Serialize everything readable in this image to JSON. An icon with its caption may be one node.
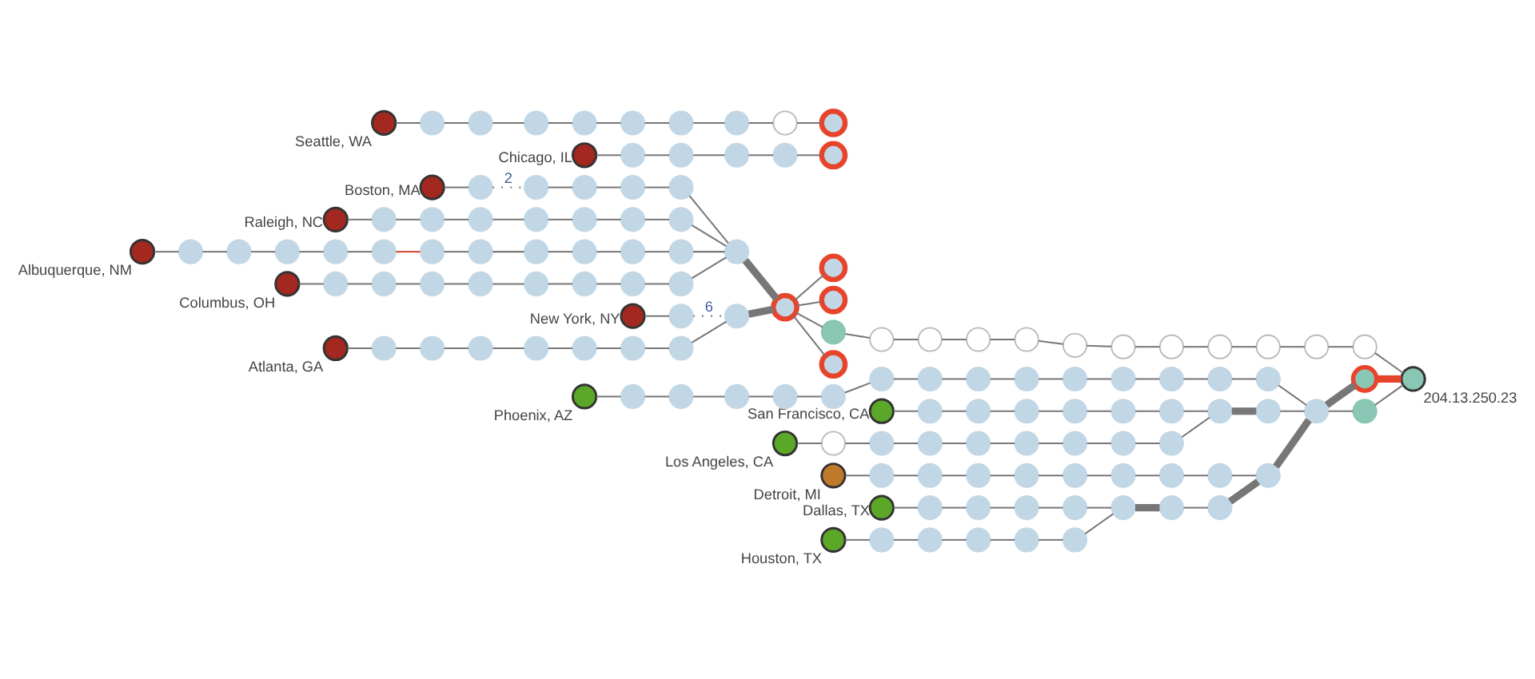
{
  "diagram": {
    "nodes": [
      {
        "text": [],
        "shape": "circle",
        "beside": [
          "Dallas, TX"
        ]
      },
      {
        "text": [],
        "shape": "circle"
      },
      {
        "text": [],
        "shape": "circle"
      },
      {
        "text": [],
        "shape": "circle"
      },
      {
        "text": [],
        "shape": "circle"
      },
      {
        "text": [],
        "shape": "circle",
        "beside": [
          "Houston, TX"
        ]
      },
      {
        "text": [],
        "shape": "circle"
      },
      {
        "text": [],
        "shape": "circle"
      },
      {
        "text": [],
        "shape": "circle"
      },
      {
        "text": [],
        "shape": "circle"
      },
      {
        "text": [],
        "shape": "circle"
      },
      {
        "text": [],
        "shape": "circle"
      },
      {
        "text": [],
        "shape": "circle"
      },
      {
        "text": [],
        "shape": "circle",
        "beside": [
          "Detroit, MI"
        ]
      },
      {
        "text": [],
        "shape": "circle"
      },
      {
        "text": [],
        "shape": "circle"
      },
      {
        "text": [],
        "shape": "circle"
      },
      {
        "text": [],
        "shape": "circle"
      },
      {
        "text": [],
        "shape": "circle"
      },
      {
        "text": [],
        "shape": "circle"
      },
      {
        "text": [],
        "shape": "circle"
      },
      {
        "text": [],
        "shape": "circle"
      },
      {
        "text": [],
        "shape": "circle"
      },
      {
        "text": [],
        "shape": "circle"
      },
      {
        "text": [],
        "shape": "circle"
      },
      {
        "text": [],
        "shape": "circle",
        "beside": [
          "204.13.250.23"
        ]
      },
      {
        "text": [],
        "shape": "circle"
      },
      {
        "text": [],
        "shape": "circle",
        "beside": [
          "Los Angeles, CA"
        ]
      },
      {
        "text": [],
        "shape": "circle"
      },
      {
        "text": [],
        "shape": "circle"
      },
      {
        "text": [],
        "shape": "circle"
      },
      {
        "text": [],
        "shape": "circle"
      },
      {
        "text": [],
        "shape": "circle"
      },
      {
        "text": [],
        "shape": "circle"
      },
      {
        "text": [],
        "shape": "circle"
      },
      {
        "text": [],
        "shape": "circle"
      },
      {
        "text": [],
        "shape": "circle"
      },
      {
        "text": [],
        "shape": "circle"
      },
      {
        "text": [],
        "shape": "circle"
      },
      {
        "text": [],
        "shape": "circle"
      },
      {
        "text": [],
        "shape": "circle",
        "beside": [
          "San Francisco, CA"
        ]
      },
      {
        "text": [],
        "shape": "circle"
      },
      {
        "text": [],
        "shape": "circle"
      },
      {
        "text": [],
        "shape": "circle"
      },
      {
        "text": [],
        "shape": "circle"
      },
      {
        "text": [],
        "shape": "circle"
      },
      {
        "text": [],
        "shape": "circle"
      },
      {
        "text": [],
        "shape": "circle"
      },
      {
        "text": [],
        "shape": "circle"
      },
      {
        "text": [],
        "shape": "circle",
        "beside": [
          "Phoenix, AZ"
        ]
      },
      {
        "text": [],
        "shape": "circle"
      },
      {
        "text": [],
        "shape": "circle"
      },
      {
        "text": [],
        "shape": "circle"
      },
      {
        "text": [],
        "shape": "circle"
      },
      {
        "text": [],
        "shape": "circle"
      },
      {
        "text": [],
        "shape": "circle"
      },
      {
        "text": [],
        "shape": "circle"
      },
      {
        "text": [],
        "shape": "circle"
      },
      {
        "text": [],
        "shape": "circle"
      },
      {
        "text": [],
        "shape": "circle"
      },
      {
        "text": [],
        "shape": "circle"
      },
      {
        "text": [],
        "shape": "circle"
      },
      {
        "text": [],
        "shape": "circle"
      },
      {
        "text": [],
        "shape": "circle"
      },
      {
        "text": [],
        "shape": "circle"
      },
      {
        "text": [],
        "shape": "circle"
      },
      {
        "text": [],
        "shape": "circle"
      },
      {
        "text": [],
        "shape": "circle"
      },
      {
        "text": [],
        "shape": "circle"
      },
      {
        "text": [],
        "shape": "circle"
      },
      {
        "text": [],
        "shape": "circle"
      },
      {
        "text": [],
        "shape": "circle"
      },
      {
        "text": [],
        "shape": "circle"
      },
      {
        "text": [],
        "shape": "circle"
      },
      {
        "text": [],
        "shape": "circle",
        "beside": [
          "Atlanta, GA"
        ]
      },
      {
        "text": [],
        "shape": "circle"
      },
      {
        "text": [],
        "shape": "circle"
      },
      {
        "text": [],
        "shape": "circle"
      },
      {
        "text": [],
        "shape": "circle"
      },
      {
        "text": [],
        "shape": "circle"
      },
      {
        "text": [],
        "shape": "circle"
      },
      {
        "text": [],
        "shape": "circle"
      },
      {
        "text": [],
        "shape": "circle"
      },
      {
        "text": [],
        "shape": "circle"
      },
      {
        "text": [],
        "shape": "circle"
      },
      {
        "text": [],
        "shape": "circle",
        "beside": [
          "New York, NY"
        ]
      },
      {
        "text": [],
        "shape": "circle"
      },
      {
        "text": [],
        "shape": "circle"
      },
      {
        "text": [],
        "shape": "circle",
        "beside": [
          "Chicago, IL"
        ]
      },
      {
        "text": [],
        "shape": "circle"
      },
      {
        "text": [],
        "shape": "circle"
      },
      {
        "text": [],
        "shape": "circle"
      },
      {
        "text": [],
        "shape": "circle"
      },
      {
        "text": [],
        "shape": "circle"
      },
      {
        "text": [],
        "shape": "circle",
        "beside": [
          "Columbus, OH"
        ]
      },
      {
        "text": [],
        "shape": "circle"
      },
      {
        "text": [],
        "shape": "circle"
      },
      {
        "text": [],
        "shape": "circle"
      },
      {
        "text": [],
        "shape": "circle"
      },
      {
        "text": [],
        "shape": "circle"
      },
      {
        "text": [],
        "shape": "circle"
      },
      {
        "text": [],
        "shape": "circle"
      },
      {
        "text": [],
        "shape": "circle"
      },
      {
        "text": [],
        "shape": "circle"
      },
      {
        "text": [],
        "shape": "circle",
        "beside": [
          "Boston, MA"
        ]
      },
      {
        "text": [],
        "shape": "circle"
      },
      {
        "text": [],
        "shape": "circle"
      },
      {
        "text": [],
        "shape": "circle"
      },
      {
        "text": [],
        "shape": "circle"
      },
      {
        "text": [],
        "shape": "circle"
      },
      {
        "text": [],
        "shape": "circle",
        "beside": [
          "Seattle, WA"
        ]
      },
      {
        "text": [],
        "shape": "circle"
      },
      {
        "text": [],
        "shape": "circle"
      },
      {
        "text": [],
        "shape": "circle"
      },
      {
        "text": [],
        "shape": "circle"
      },
      {
        "text": [],
        "shape": "circle"
      },
      {
        "text": [],
        "shape": "circle"
      },
      {
        "text": [],
        "shape": "circle"
      },
      {
        "text": [],
        "shape": "circle"
      },
      {
        "text": [],
        "shape": "circle"
      },
      {
        "text": [],
        "shape": "circle",
        "beside": [
          "Raleigh, NC"
        ]
      },
      {
        "text": [],
        "shape": "circle"
      },
      {
        "text": [],
        "shape": "circle"
      },
      {
        "text": [],
        "shape": "circle"
      },
      {
        "text": [],
        "shape": "circle"
      },
      {
        "text": [],
        "shape": "circle"
      },
      {
        "text": [],
        "shape": "circle"
      },
      {
        "text": [],
        "shape": "circle"
      },
      {
        "text": [],
        "shape": "circle"
      },
      {
        "text": [],
        "shape": "circle",
        "beside": [
          "Albuquerque, NM"
        ]
      },
      {
        "text": [],
        "shape": "circle"
      },
      {
        "text": [],
        "shape": "circle"
      },
      {
        "text": [],
        "shape": "circle"
      },
      {
        "text": [],
        "shape": "circle"
      },
      {
        "text": [],
        "shape": "circle"
      },
      {
        "text": [],
        "shape": "circle"
      },
      {
        "text": [],
        "shape": "circle"
      },
      {
        "text": [],
        "shape": "circle"
      },
      {
        "text": [],
        "shape": "circle"
      },
      {
        "text": [],
        "shape": "circle"
      }
    ],
    "edges": [
      {
        "from": 0,
        "to": 1,
        "arrow": "none"
      },
      {
        "from": 1,
        "to": 2,
        "arrow": "none"
      },
      {
        "from": 2,
        "to": 3,
        "arrow": "none"
      },
      {
        "from": 3,
        "to": 4,
        "arrow": "none"
      },
      {
        "from": 4,
        "to": 11,
        "arrow": "none"
      },
      {
        "from": 5,
        "to": 6,
        "arrow": "none"
      },
      {
        "from": 6,
        "to": 7,
        "arrow": "none"
      },
      {
        "from": 7,
        "to": 8,
        "arrow": "none"
      },
      {
        "from": 8,
        "to": 9,
        "arrow": "none"
      },
      {
        "from": 9,
        "to": 10,
        "arrow": "none"
      },
      {
        "from": 10,
        "to": 11,
        "arrow": "none"
      },
      {
        "from": 11,
        "to": 12,
        "arrow": "none",
        "style": "thick"
      },
      {
        "from": 12,
        "to": 21,
        "arrow": "none"
      },
      {
        "from": 13,
        "to": 14,
        "arrow": "none"
      },
      {
        "from": 14,
        "to": 15,
        "arrow": "none"
      },
      {
        "from": 15,
        "to": 16,
        "arrow": "none"
      },
      {
        "from": 16,
        "to": 17,
        "arrow": "none"
      },
      {
        "from": 17,
        "to": 18,
        "arrow": "none"
      },
      {
        "from": 18,
        "to": 19,
        "arrow": "none"
      },
      {
        "from": 19,
        "to": 20,
        "arrow": "none"
      },
      {
        "from": 20,
        "to": 36,
        "arrow": "none"
      },
      {
        "from": 21,
        "to": 22,
        "arrow": "none",
        "style": "thick"
      },
      {
        "from": 22,
        "to": 23,
        "arrow": "none",
        "style": "thick"
      },
      {
        "from": 36,
        "to": 22,
        "arrow": "none"
      },
      {
        "from": 23,
        "to": 24,
        "arrow": "none",
        "style": "thick"
      },
      {
        "from": 23,
        "to": 26,
        "arrow": "none"
      },
      {
        "from": 24,
        "to": 25,
        "arrow": "none",
        "style": "thick",
        "color": "#e8442c"
      },
      {
        "from": 26,
        "to": 25,
        "arrow": "none"
      },
      {
        "from": 27,
        "to": 28,
        "arrow": "none"
      },
      {
        "from": 28,
        "to": 29,
        "arrow": "none"
      },
      {
        "from": 29,
        "to": 30,
        "arrow": "none"
      },
      {
        "from": 30,
        "to": 31,
        "arrow": "none"
      },
      {
        "from": 31,
        "to": 32,
        "arrow": "none"
      },
      {
        "from": 32,
        "to": 33,
        "arrow": "none"
      },
      {
        "from": 33,
        "to": 34,
        "arrow": "none"
      },
      {
        "from": 34,
        "to": 35,
        "arrow": "none"
      },
      {
        "from": 35,
        "to": 47,
        "arrow": "none"
      },
      {
        "from": 37,
        "to": 23,
        "arrow": "none"
      },
      {
        "from": 38,
        "to": 39,
        "arrow": "none"
      },
      {
        "from": 39,
        "to": 25,
        "arrow": "none"
      },
      {
        "from": 40,
        "to": 41,
        "arrow": "none"
      },
      {
        "from": 41,
        "to": 42,
        "arrow": "none"
      },
      {
        "from": 42,
        "to": 43,
        "arrow": "none"
      },
      {
        "from": 43,
        "to": 44,
        "arrow": "none"
      },
      {
        "from": 44,
        "to": 45,
        "arrow": "none"
      },
      {
        "from": 45,
        "to": 46,
        "arrow": "none"
      },
      {
        "from": 46,
        "to": 47,
        "arrow": "none"
      },
      {
        "from": 47,
        "to": 37,
        "arrow": "none",
        "style": "thick"
      },
      {
        "from": 48,
        "to": 23,
        "arrow": "none"
      },
      {
        "from": 49,
        "to": 50,
        "arrow": "none"
      },
      {
        "from": 50,
        "to": 51,
        "arrow": "none"
      },
      {
        "from": 51,
        "to": 52,
        "arrow": "none"
      },
      {
        "from": 52,
        "to": 53,
        "arrow": "none"
      },
      {
        "from": 53,
        "to": 54,
        "arrow": "none"
      },
      {
        "from": 54,
        "to": 55,
        "arrow": "none"
      },
      {
        "from": 55,
        "to": 56,
        "arrow": "none"
      },
      {
        "from": 56,
        "to": 57,
        "arrow": "none"
      },
      {
        "from": 57,
        "to": 58,
        "arrow": "none"
      },
      {
        "from": 58,
        "to": 59,
        "arrow": "none"
      },
      {
        "from": 59,
        "to": 60,
        "arrow": "none"
      },
      {
        "from": 60,
        "to": 61,
        "arrow": "none"
      },
      {
        "from": 61,
        "to": 62,
        "arrow": "none"
      },
      {
        "from": 62,
        "to": 48,
        "arrow": "none"
      },
      {
        "from": 63,
        "to": 38,
        "arrow": "none"
      },
      {
        "from": 64,
        "to": 65,
        "arrow": "none"
      },
      {
        "from": 65,
        "to": 66,
        "arrow": "none"
      },
      {
        "from": 66,
        "to": 67,
        "arrow": "none"
      },
      {
        "from": 67,
        "to": 68,
        "arrow": "none"
      },
      {
        "from": 68,
        "to": 69,
        "arrow": "none"
      },
      {
        "from": 69,
        "to": 70,
        "arrow": "none"
      },
      {
        "from": 70,
        "to": 71,
        "arrow": "none"
      },
      {
        "from": 71,
        "to": 72,
        "arrow": "none"
      },
      {
        "from": 72,
        "to": 63,
        "arrow": "none"
      },
      {
        "from": 83,
        "to": 64,
        "arrow": "none"
      },
      {
        "from": 74,
        "to": 75,
        "arrow": "none"
      },
      {
        "from": 75,
        "to": 76,
        "arrow": "none"
      },
      {
        "from": 76,
        "to": 77,
        "arrow": "none"
      },
      {
        "from": 77,
        "to": 78,
        "arrow": "none"
      },
      {
        "from": 78,
        "to": 79,
        "arrow": "none"
      },
      {
        "from": 79,
        "to": 80,
        "arrow": "none"
      },
      {
        "from": 80,
        "to": 81,
        "arrow": "none"
      },
      {
        "from": 81,
        "to": 82,
        "arrow": "none"
      },
      {
        "from": 82,
        "to": 83,
        "arrow": "none",
        "style": "thick"
      },
      {
        "from": 83,
        "to": 73,
        "arrow": "none"
      },
      {
        "from": 83,
        "to": 84,
        "arrow": "none"
      },
      {
        "from": 83,
        "to": 103,
        "arrow": "none"
      },
      {
        "from": 85,
        "to": 86,
        "arrow": "none"
      },
      {
        "from": 86,
        "to": 82,
        "arrow": "none",
        "label": "6",
        "style": "dashed"
      },
      {
        "from": 87,
        "to": 83,
        "arrow": "none",
        "style": "thick"
      },
      {
        "from": 88,
        "to": 89,
        "arrow": "none"
      },
      {
        "from": 89,
        "to": 90,
        "arrow": "none"
      },
      {
        "from": 90,
        "to": 91,
        "arrow": "none"
      },
      {
        "from": 91,
        "to": 92,
        "arrow": "none"
      },
      {
        "from": 92,
        "to": 93,
        "arrow": "none"
      },
      {
        "from": 94,
        "to": 95,
        "arrow": "none"
      },
      {
        "from": 95,
        "to": 96,
        "arrow": "none"
      },
      {
        "from": 96,
        "to": 97,
        "arrow": "none"
      },
      {
        "from": 97,
        "to": 98,
        "arrow": "none"
      },
      {
        "from": 98,
        "to": 99,
        "arrow": "none"
      },
      {
        "from": 99,
        "to": 100,
        "arrow": "none"
      },
      {
        "from": 100,
        "to": 101,
        "arrow": "none"
      },
      {
        "from": 101,
        "to": 102,
        "arrow": "none"
      },
      {
        "from": 102,
        "to": 87,
        "arrow": "none"
      },
      {
        "from": 104,
        "to": 105,
        "arrow": "none"
      },
      {
        "from": 105,
        "to": 106,
        "arrow": "none",
        "label": "2",
        "style": "dashed"
      },
      {
        "from": 106,
        "to": 107,
        "arrow": "none"
      },
      {
        "from": 107,
        "to": 108,
        "arrow": "none"
      },
      {
        "from": 108,
        "to": 109,
        "arrow": "none"
      },
      {
        "from": 109,
        "to": 87,
        "arrow": "none"
      },
      {
        "from": 110,
        "to": 111,
        "arrow": "none"
      },
      {
        "from": 111,
        "to": 112,
        "arrow": "none"
      },
      {
        "from": 112,
        "to": 113,
        "arrow": "none"
      },
      {
        "from": 113,
        "to": 114,
        "arrow": "none"
      },
      {
        "from": 114,
        "to": 115,
        "arrow": "none"
      },
      {
        "from": 115,
        "to": 116,
        "arrow": "none"
      },
      {
        "from": 116,
        "to": 117,
        "arrow": "none"
      },
      {
        "from": 117,
        "to": 118,
        "arrow": "none"
      },
      {
        "from": 118,
        "to": 119,
        "arrow": "none"
      },
      {
        "from": 120,
        "to": 121,
        "arrow": "none"
      },
      {
        "from": 121,
        "to": 122,
        "arrow": "none"
      },
      {
        "from": 122,
        "to": 123,
        "arrow": "none"
      },
      {
        "from": 123,
        "to": 124,
        "arrow": "none"
      },
      {
        "from": 124,
        "to": 125,
        "arrow": "none"
      },
      {
        "from": 125,
        "to": 126,
        "arrow": "none"
      },
      {
        "from": 126,
        "to": 127,
        "arrow": "none"
      },
      {
        "from": 127,
        "to": 87,
        "arrow": "none"
      },
      {
        "from": 128,
        "to": 87,
        "arrow": "none"
      },
      {
        "from": 129,
        "to": 130,
        "arrow": "none"
      },
      {
        "from": 130,
        "to": 131,
        "arrow": "none"
      },
      {
        "from": 131,
        "to": 132,
        "arrow": "none"
      },
      {
        "from": 132,
        "to": 133,
        "arrow": "none"
      },
      {
        "from": 133,
        "to": 134,
        "arrow": "none"
      },
      {
        "from": 134,
        "to": 135,
        "arrow": "none",
        "color": "#d9442f"
      },
      {
        "from": 135,
        "to": 136,
        "arrow": "none"
      },
      {
        "from": 136,
        "to": 137,
        "arrow": "none"
      },
      {
        "from": 137,
        "to": 138,
        "arrow": "none"
      },
      {
        "from": 138,
        "to": 139,
        "arrow": "none"
      },
      {
        "from": 139,
        "to": 128,
        "arrow": "none"
      }
    ]
  }
}
